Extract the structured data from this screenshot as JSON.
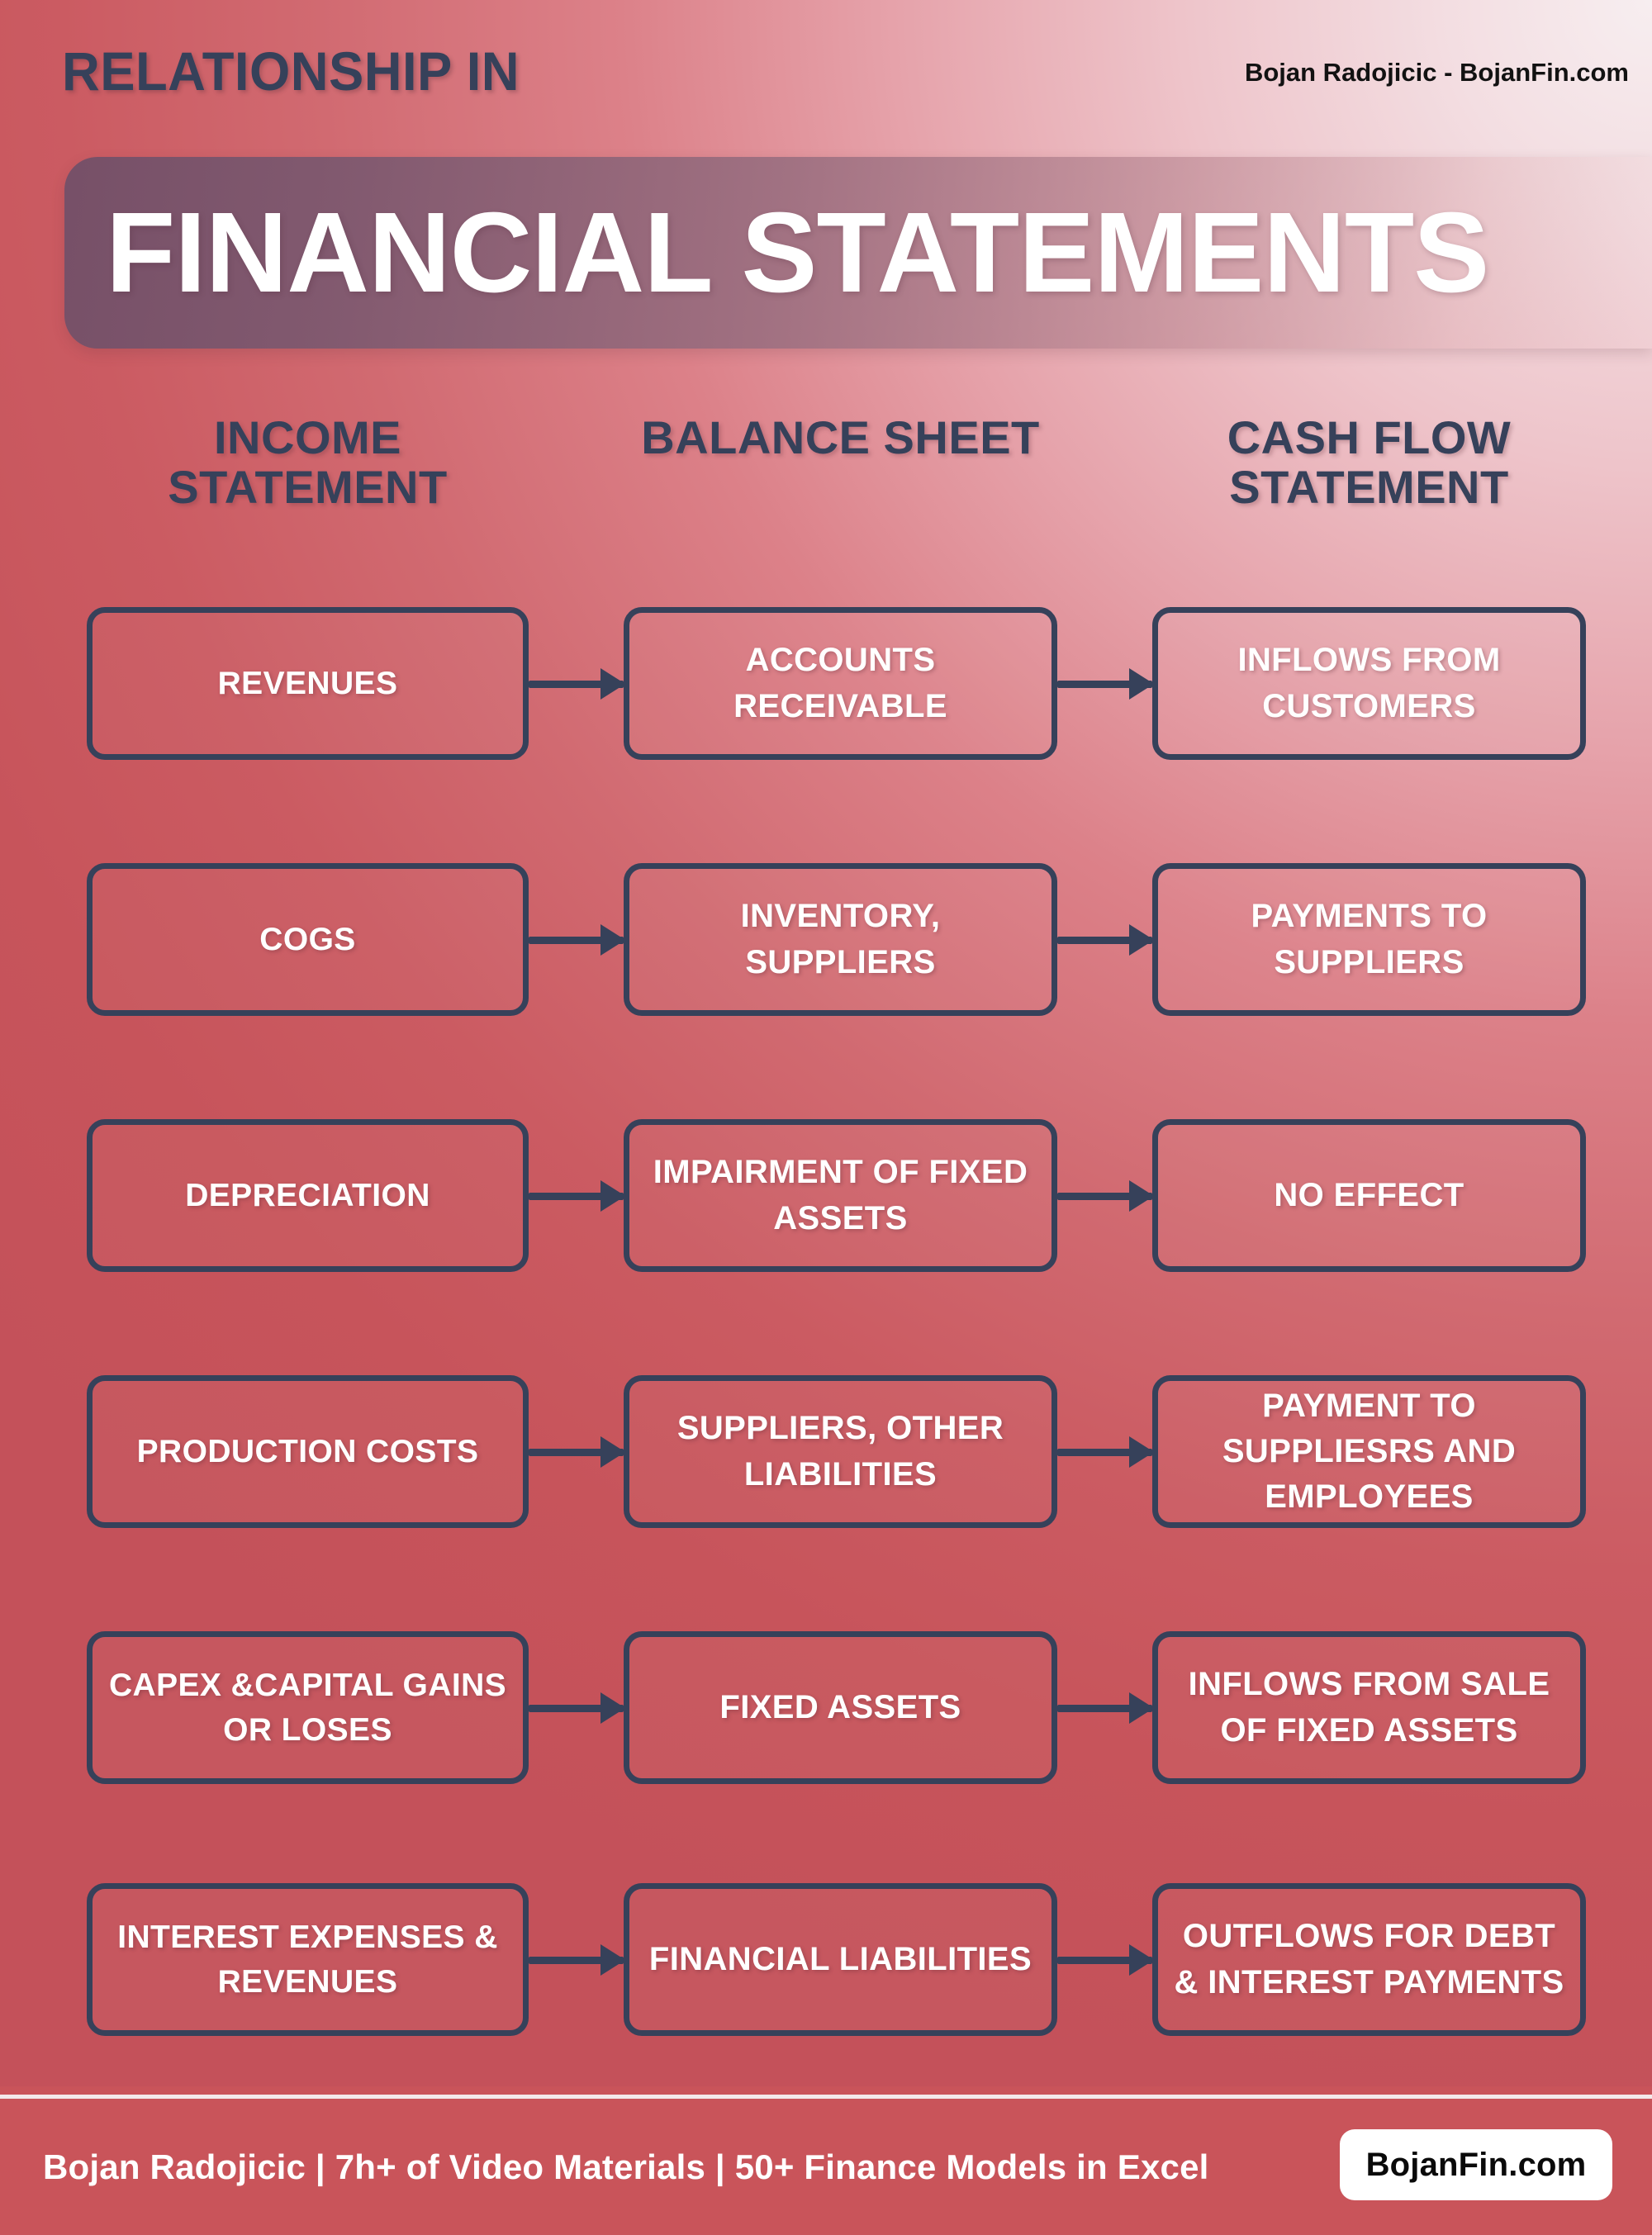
{
  "header": {
    "kicker": "RELATIONSHIP IN",
    "title": "FINANCIAL STATEMENTS",
    "byline": "Bojan Radojicic - BojanFin.com"
  },
  "columns": [
    {
      "label": "INCOME STATEMENT"
    },
    {
      "label": "BALANCE SHEET"
    },
    {
      "label": "CASH FLOW STATEMENT"
    }
  ],
  "rows": [
    {
      "income_statement": "REVENUES",
      "balance_sheet": "ACCOUNTS RECEIVABLE",
      "cash_flow_statement": "INFLOWS FROM CUSTOMERS"
    },
    {
      "income_statement": "COGS",
      "balance_sheet": "INVENTORY, SUPPLIERS",
      "cash_flow_statement": "PAYMENTS TO SUPPLIERS"
    },
    {
      "income_statement": "DEPRECIATION",
      "balance_sheet": "IMPAIRMENT OF FIXED ASSETS",
      "cash_flow_statement": "NO EFFECT"
    },
    {
      "income_statement": "PRODUCTION COSTS",
      "balance_sheet": "SUPPLIERS, OTHER LIABILITIES",
      "cash_flow_statement": "PAYMENT TO SUPPLIESRS AND EMPLOYEES"
    },
    {
      "income_statement": "CAPEX &CAPITAL GAINS OR LOSES",
      "balance_sheet": "FIXED ASSETS",
      "cash_flow_statement": "INFLOWS FROM SALE OF FIXED ASSETS"
    },
    {
      "income_statement": "INTEREST EXPENSES & REVENUES",
      "balance_sheet": "FINANCIAL LIABILITIES",
      "cash_flow_statement": "OUTFLOWS FOR DEBT & INTEREST PAYMENTS"
    }
  ],
  "footer": {
    "text": "Bojan Radojicic | 7h+ of Video Materials | 50+ Finance Models in Excel",
    "badge": "BojanFin.com"
  },
  "colors": {
    "background_light": "#f6eced",
    "background_deep": "#c4515a",
    "box_fill": "#c9545a",
    "border_navy": "#36415a",
    "heading_navy": "#36415a",
    "banner_purple": "#704f68",
    "text_white": "#ffffff",
    "footer_bar": "#c9545a",
    "badge_white": "#ffffff",
    "badge_text": "#0a0a0a"
  }
}
